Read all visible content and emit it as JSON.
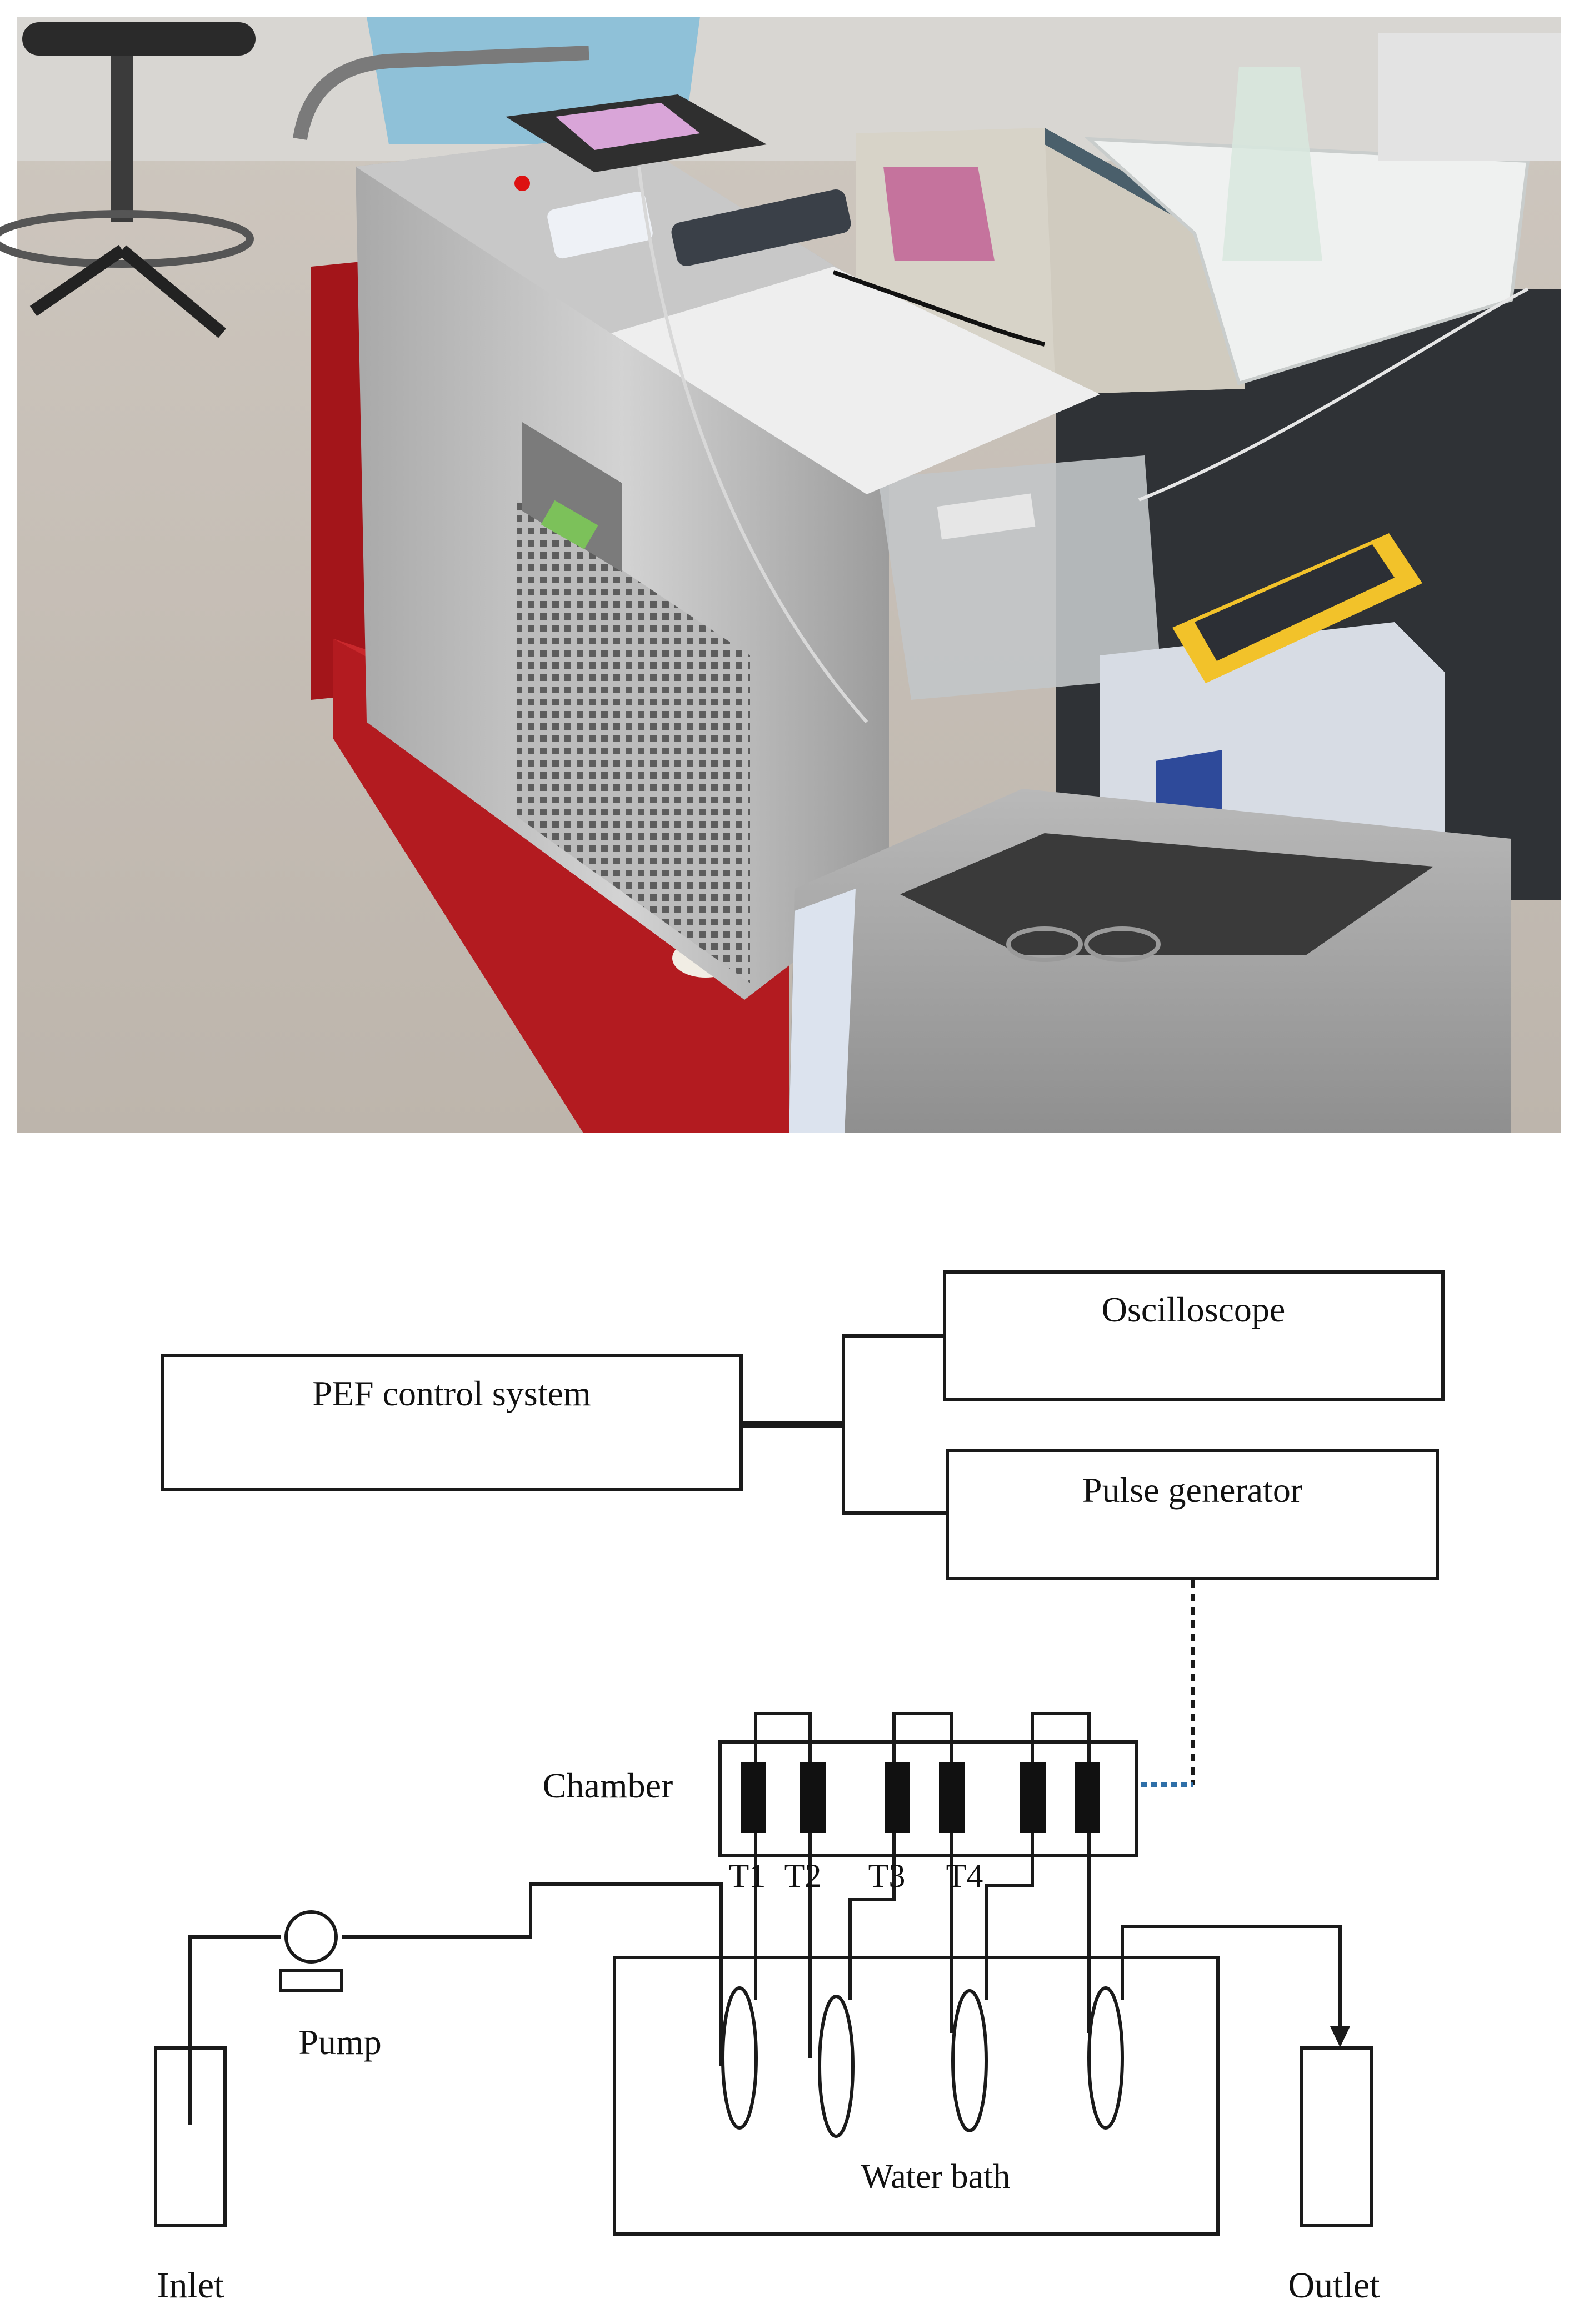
{
  "figure": {
    "photo": {
      "alt": "Laboratory PEF treatment setup"
    },
    "diagram": {
      "labels": {
        "pef_control_system": "PEF control system",
        "oscilloscope": "Oscilloscope",
        "pulse_generator": "Pulse generator",
        "chamber": "Chamber",
        "t1": "T1",
        "t2": "T2",
        "t3": "T3",
        "t4": "T4",
        "pump": "Pump",
        "water_bath": "Water bath",
        "inlet": "Inlet",
        "outlet": "Outlet"
      }
    }
  }
}
